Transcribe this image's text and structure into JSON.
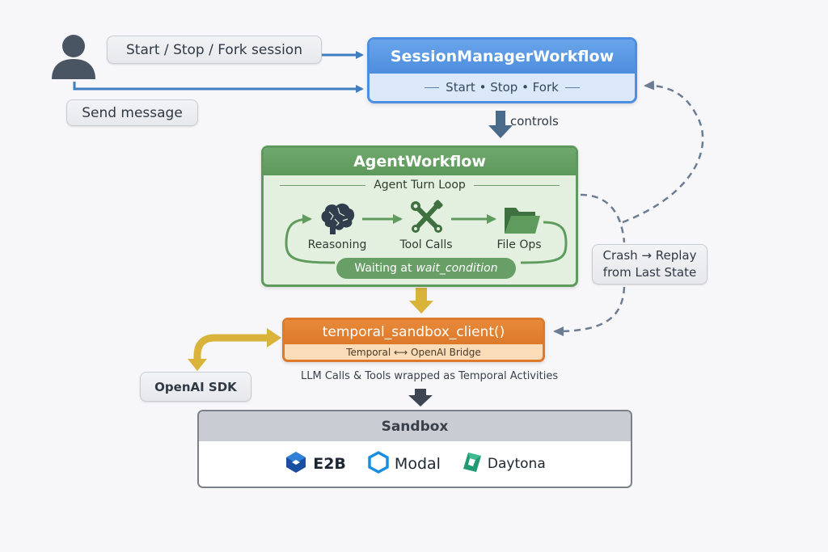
{
  "user": {
    "start_stop_fork_label": "Start / Stop / Fork session",
    "send_message_label": "Send message"
  },
  "session_manager": {
    "title": "SessionManagerWorkflow",
    "subtitle_items": [
      "Start",
      "Stop",
      "Fork"
    ],
    "subtitle": "Start • Stop • Fork"
  },
  "controls_label": "controls",
  "agent_workflow": {
    "title": "AgentWorkflow",
    "loop_title": "Agent Turn Loop",
    "steps": [
      {
        "label": "Reasoning",
        "icon": "brain-icon"
      },
      {
        "label": "Tool Calls",
        "icon": "tools-icon"
      },
      {
        "label": "File Ops",
        "icon": "folder-icon"
      }
    ],
    "wait_prefix": "Waiting at",
    "wait_condition": "wait_condition"
  },
  "crash_replay": {
    "line1": "Crash → Replay",
    "line2": "from Last State"
  },
  "temporal_client": {
    "title": "temporal_sandbox_client()",
    "subtitle": "Temporal ⟷ OpenAI Bridge",
    "caption": "LLM Calls & Tools wrapped as Temporal Activities"
  },
  "openai_sdk_label": "OpenAI SDK",
  "sandbox": {
    "title": "Sandbox",
    "providers": [
      {
        "name": "E2B",
        "color": "#1e5fb8"
      },
      {
        "name": "Modal",
        "color": "#1a8fe0"
      },
      {
        "name": "Daytona",
        "color": "#1f9a72"
      }
    ]
  },
  "colors": {
    "session_blue": "#4c8fe0",
    "agent_green": "#5d9a5c",
    "client_orange": "#dd7a2c",
    "bridge_yellow": "#d9b33a",
    "sandbox_gray": "#c9ccd2"
  }
}
